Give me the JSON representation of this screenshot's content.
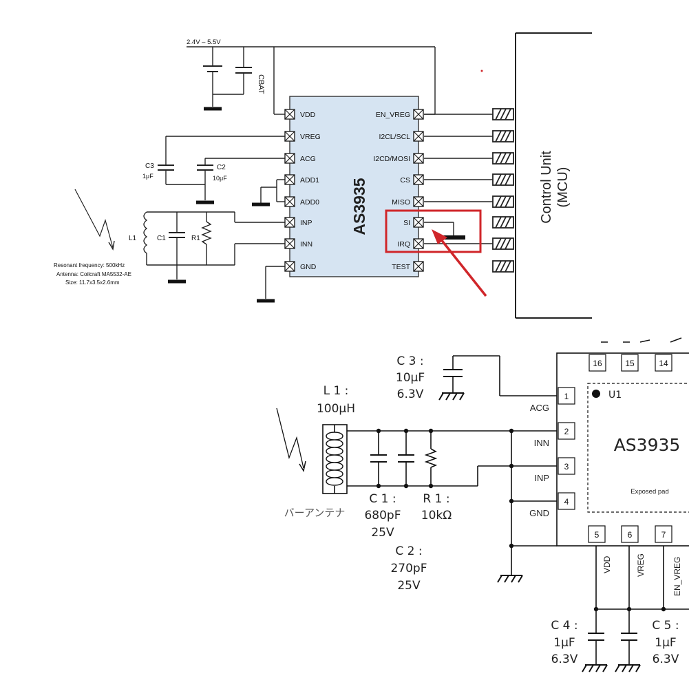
{
  "top": {
    "supply_label": "2.4V – 5.5V",
    "cbat_label": "CBAT",
    "chip_name": "AS3935",
    "left_pins": [
      "VDD",
      "VREG",
      "ACG",
      "ADD1",
      "ADD0",
      "INP",
      "INN",
      "GND"
    ],
    "right_pins": [
      "EN_VREG",
      "I2CL/SCL",
      "I2CD/MOSI",
      "CS",
      "MISO",
      "SI",
      "IRQ",
      "TEST"
    ],
    "c3_label": "C3",
    "c3_value": "1μF",
    "c2_label": "C2",
    "c2_value": "10μF",
    "l1_label": "L1",
    "c1_label": "C1",
    "r1_label": "R1",
    "resonant_note": "Resonant frequency: 500kHz",
    "antenna_note": "Antenna: Coilcraft MA5532-AE",
    "size_note": "Size: 11.7x3.5x2.6mm",
    "mcu_line1": "Control Unit",
    "mcu_line2": "(MCU)",
    "highlight_color": "#d0262a",
    "chip_fill": "#d6e4f2"
  },
  "bottom": {
    "c3_label": "C 3 :",
    "c3_value": "10μF",
    "c3_voltage": "6.3V",
    "l1_label": "L 1 :",
    "l1_value": "100μH",
    "antenna_label": "バーアンテナ",
    "c1_label": "C 1 :",
    "c1_value": "680pF",
    "c1_voltage": "25V",
    "r1_label": "R 1 :",
    "r1_value": "10kΩ",
    "c2_label": "C 2 :",
    "c2_value": "270pF",
    "c2_voltage": "25V",
    "c4_label": "C 4 :",
    "c4_value": "1μF",
    "c4_voltage": "6.3V",
    "c5_label": "C 5 :",
    "c5_value": "1μF",
    "c5_voltage": "6.3V",
    "chip_name": "AS3935",
    "ref": "U1",
    "exposed_pad": "Exposed pad",
    "left_pin_names": [
      "ACG",
      "INN",
      "INP",
      "GND"
    ],
    "left_pin_numbers": [
      "1",
      "2",
      "3",
      "4"
    ],
    "top_pin_numbers": [
      "16",
      "15",
      "14"
    ],
    "bottom_pin_numbers": [
      "5",
      "6",
      "7"
    ],
    "bottom_pin_names": [
      "VDD",
      "VREG",
      "EN_VREG"
    ]
  }
}
